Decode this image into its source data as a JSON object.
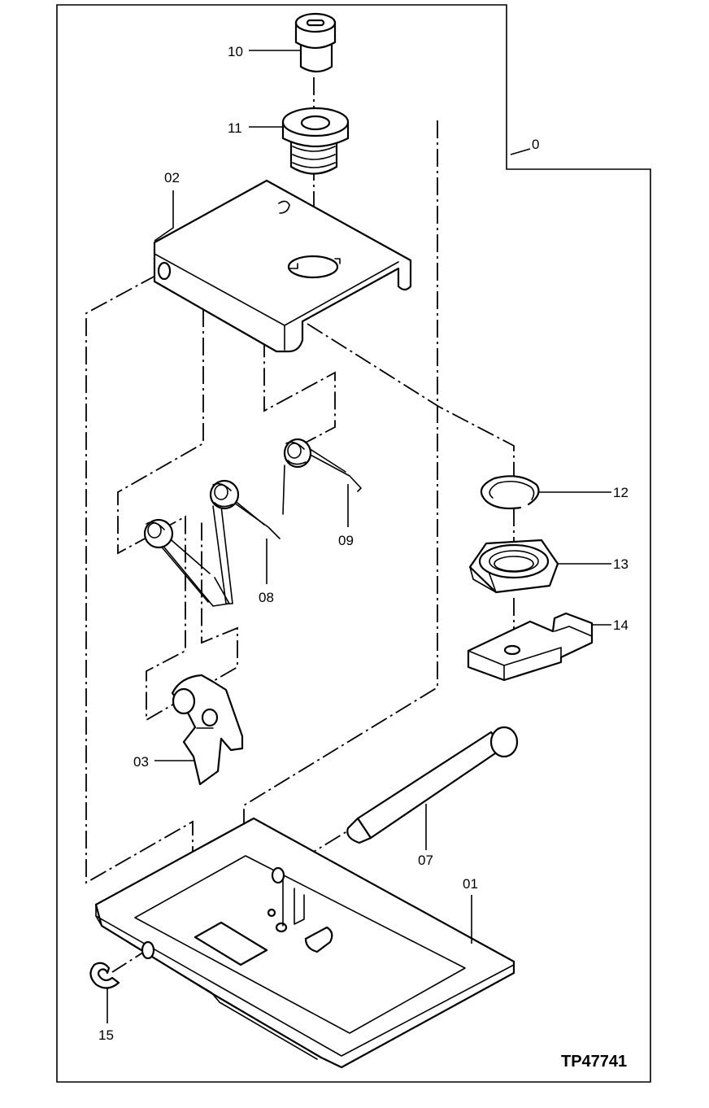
{
  "figure": {
    "reference": "TP47741",
    "assembly_callout": "0"
  },
  "callouts": {
    "c10": "10",
    "c11": "11",
    "c02": "02",
    "c12": "12",
    "c13": "13",
    "c09": "09",
    "c08": "08",
    "c14": "14",
    "c03": "03",
    "c07": "07",
    "c01": "01",
    "c15": "15"
  },
  "parts": [
    {
      "id": "10",
      "icon": "key-cylinder-plug"
    },
    {
      "id": "11",
      "icon": "lock-cylinder-housing"
    },
    {
      "id": "02",
      "icon": "latch-cover-plate"
    },
    {
      "id": "12",
      "icon": "retaining-ring"
    },
    {
      "id": "13",
      "icon": "hex-nut"
    },
    {
      "id": "14",
      "icon": "lock-tab"
    },
    {
      "id": "09",
      "icon": "torsion-spring"
    },
    {
      "id": "08",
      "icon": "torsion-spring"
    },
    {
      "id": "03",
      "icon": "latch-pawl"
    },
    {
      "id": "07",
      "icon": "pivot-pin"
    },
    {
      "id": "01",
      "icon": "latch-base-plate"
    },
    {
      "id": "15",
      "icon": "e-clip"
    }
  ]
}
